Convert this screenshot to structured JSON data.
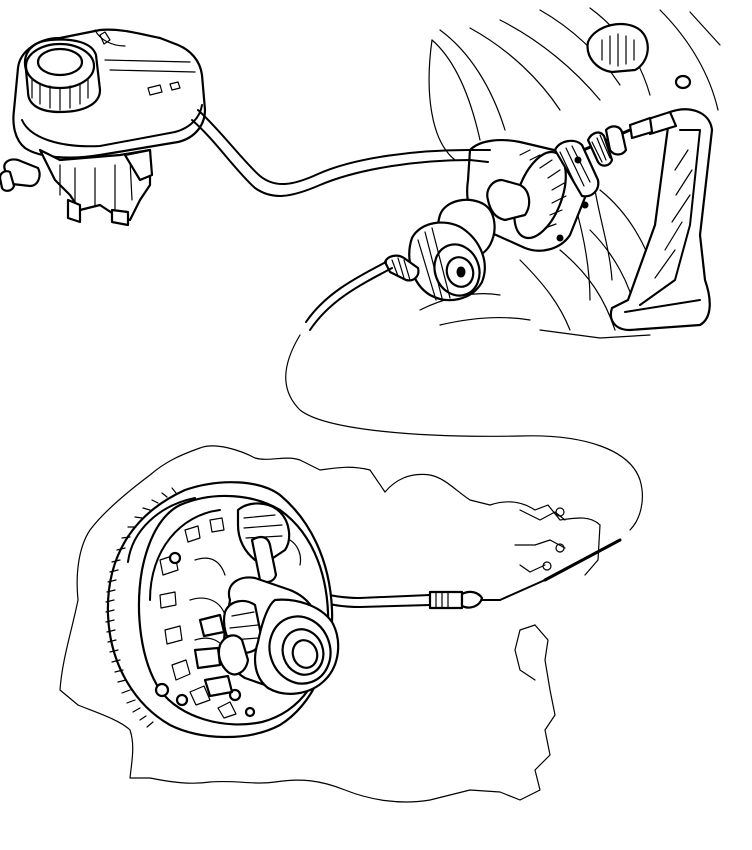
{
  "diagram": {
    "type": "technical-line-drawing",
    "labels": [],
    "colors": {
      "line": "#000000",
      "background": "#ffffff"
    },
    "components": [
      "brake-fluid-reservoir",
      "reservoir-cap",
      "fluid-supply-hose",
      "clutch-master-cylinder",
      "clutch-pedal",
      "pushrod",
      "hydraulic-clutch-line",
      "line-connector",
      "concentric-slave-cylinder",
      "clutch-pressure-plate",
      "flywheel",
      "transmission-housing-outline",
      "vehicle-bulkhead-outline"
    ]
  }
}
